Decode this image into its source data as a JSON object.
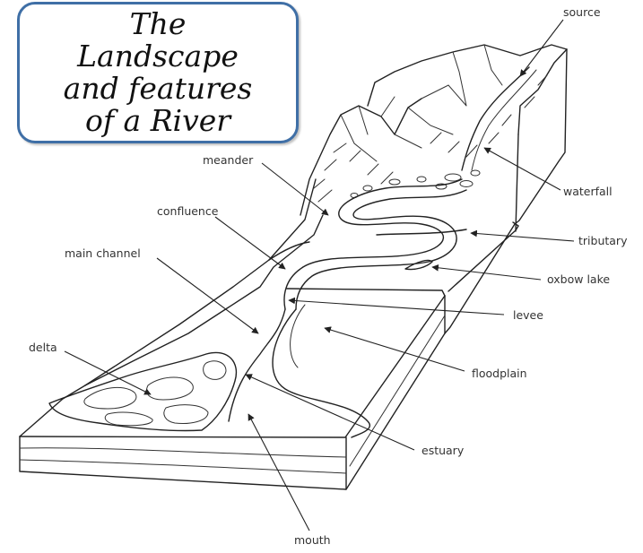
{
  "title": {
    "lines": [
      "The",
      "Landscape",
      "and features",
      "of a River"
    ]
  },
  "labels": {
    "source": "source",
    "waterfall": "waterfall",
    "meander": "meander",
    "confluence": "confluence",
    "tributary": "tributary",
    "main_channel": "main channel",
    "oxbow_lake": "oxbow lake",
    "levee": "levee",
    "delta": "delta",
    "floodplain": "floodplain",
    "estuary": "estuary",
    "mouth": "mouth"
  },
  "colors": {
    "title_border": "#3f6fa6",
    "ink": "#222222",
    "label_text": "#333333",
    "background": "#ffffff"
  }
}
